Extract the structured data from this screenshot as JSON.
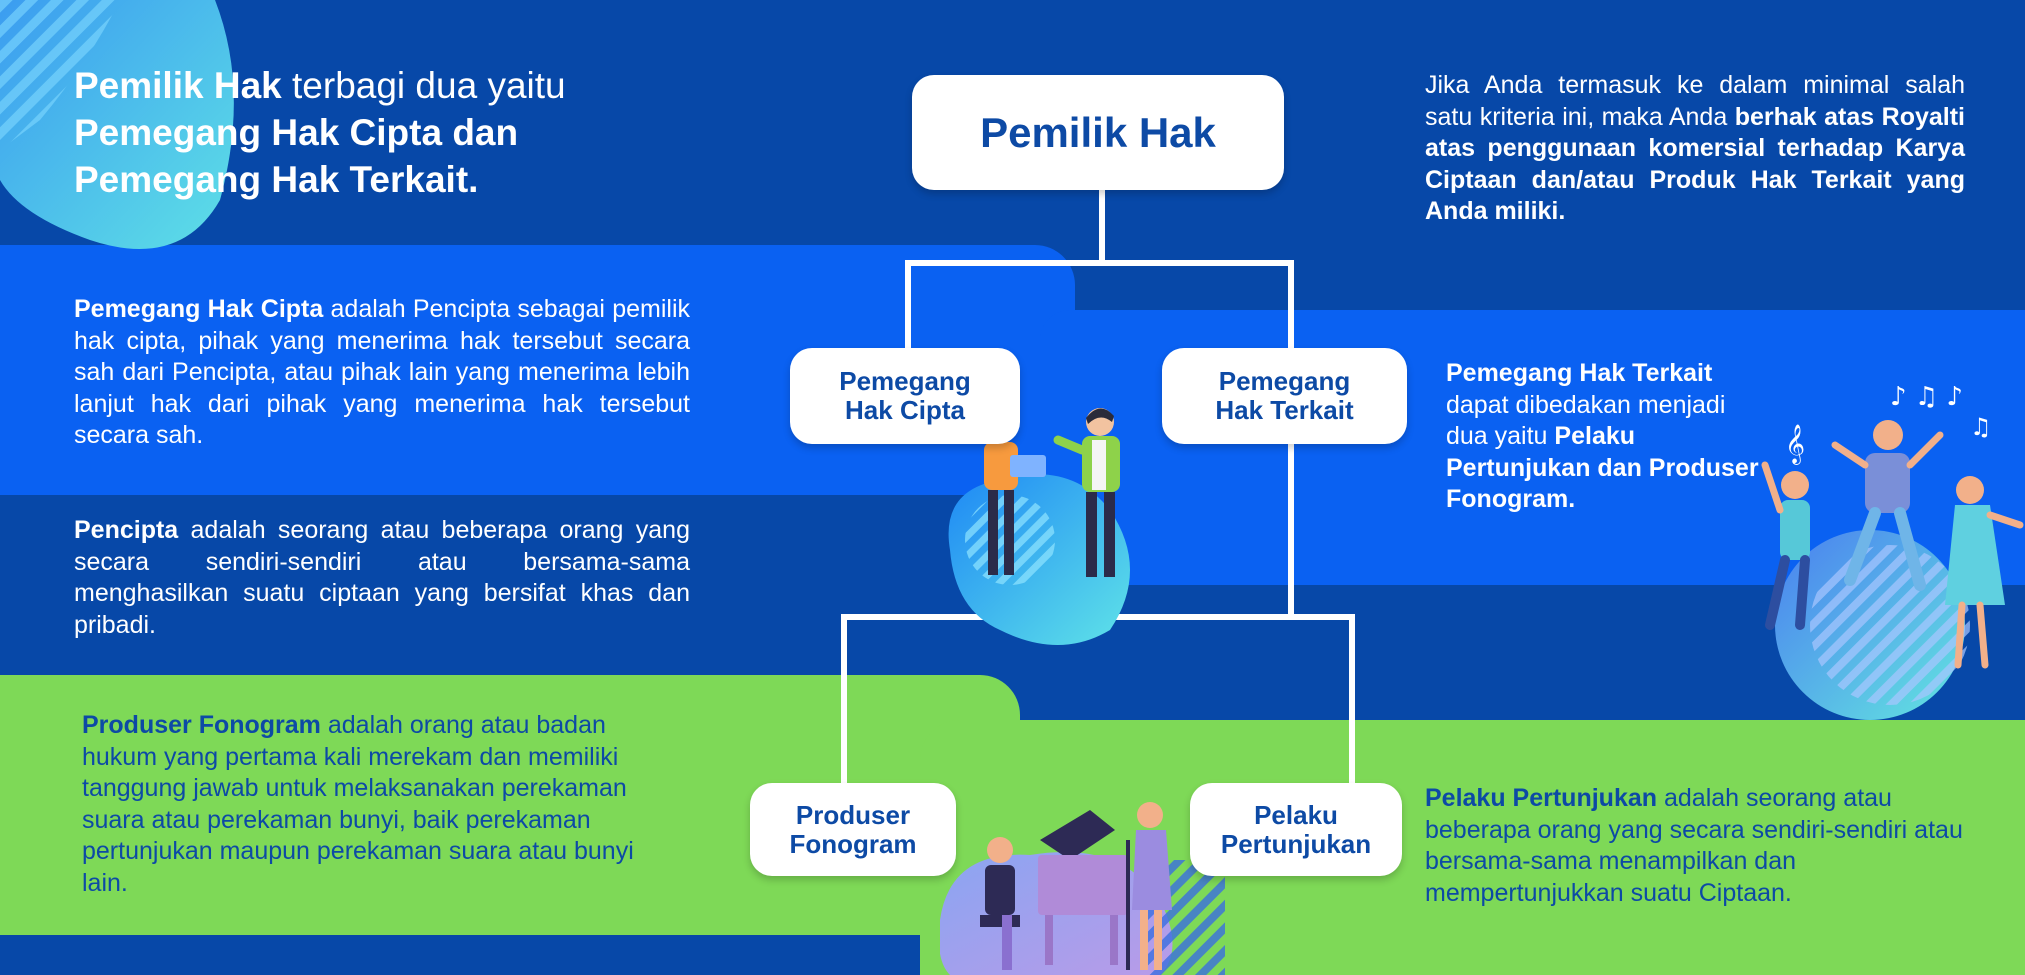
{
  "headline": {
    "strong1": "Pemilik Hak",
    "rest1": " terbagi dua yaitu",
    "line2": "Pemegang Hak Cipta dan",
    "line3": "Pemegang Hak Terkait."
  },
  "pemegang_hak_cipta_text": {
    "term": "Pemegang Hak Cipta",
    "body": " adalah Pencipta sebagai pemilik hak cipta, pihak yang menerima hak tersebut secara sah dari Pencipta, atau pihak lain yang menerima lebih lanjut hak dari pihak yang menerima hak tersebut secara sah."
  },
  "pencipta_text": {
    "term": "Pencipta",
    "body": " adalah seorang atau beberapa orang yang secara sendiri-sendiri atau bersama-sama menghasilkan suatu ciptaan yang bersifat khas dan pribadi."
  },
  "produser_text": {
    "term": "Produser Fonogram",
    "body": " adalah orang atau badan hukum yang pertama kali merekam dan memiliki tanggung jawab untuk melaksanakan perekaman suara atau perekaman bunyi, baik perekaman pertunjukan maupun perekaman suara atau bunyi lain."
  },
  "royalti_text": {
    "intro": "Jika Anda termasuk ke dalam minimal salah satu kriteria ini, maka Anda ",
    "strong": "berhak atas Royalti atas penggunaan komersial terhadap Karya Ciptaan dan/atau Produk Hak Terkait yang Anda miliki."
  },
  "hak_terkait_text": {
    "term": "Pemegang  Hak Terkait",
    "body": " dapat dibedakan menjadi dua yaitu ",
    "strong": "Pelaku Pertunjukan dan Produser Fonogram."
  },
  "pelaku_text": {
    "term": "Pelaku Pertunjukan",
    "body": " adalah seorang atau beberapa orang yang secara sendiri-sendiri atau bersama-sama menampilkan dan mempertunjukkan suatu Ciptaan."
  },
  "tree": {
    "root": "Pemilik Hak",
    "left_line1": "Pemegang",
    "left_line2": "Hak Cipta",
    "right_line1": "Pemegang",
    "right_line2": "Hak Terkait",
    "bottom_left_line1": "Produser",
    "bottom_left_line2": "Fonogram",
    "bottom_right_line1": "Pelaku",
    "bottom_right_line2": "Pertunjukan"
  },
  "colors": {
    "dark_blue": "#0748a8",
    "bright_blue": "#0a61f2",
    "green": "#7ed957",
    "text_dark": "#0d4aa5",
    "cyan": "#4fd1e8"
  }
}
